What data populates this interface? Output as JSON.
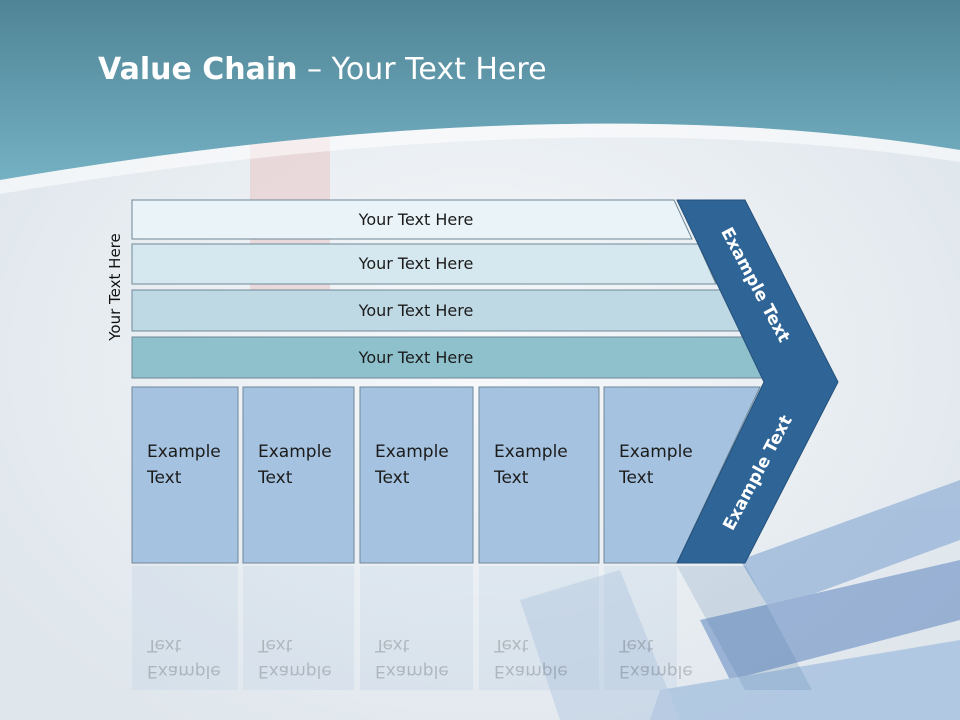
{
  "slide": {
    "title_bold": "Value Chain",
    "title_rest": " – Your Text Here",
    "vertical_label": "Your Text Here"
  },
  "support_rows": [
    {
      "label": "Your Text Here"
    },
    {
      "label": "Your Text Here"
    },
    {
      "label": "Your Text Here"
    },
    {
      "label": "Your Text Here"
    }
  ],
  "primary_columns": [
    {
      "label": "Example\nText"
    },
    {
      "label": "Example\nText"
    },
    {
      "label": "Example\nText"
    },
    {
      "label": "Example\nText"
    },
    {
      "label": "Example\nText"
    }
  ],
  "chevron": {
    "upper_label": "Example Text",
    "lower_label": "Example Text"
  },
  "colors": {
    "header": "#5e97aa",
    "row_fills": [
      "#eaf3f7",
      "#d6e8ef",
      "#bfd9e4",
      "#8fc1cd"
    ],
    "column_fill": "#a5c3e0",
    "chevron_fill": "#2f6596",
    "outline": "#6e8797"
  }
}
